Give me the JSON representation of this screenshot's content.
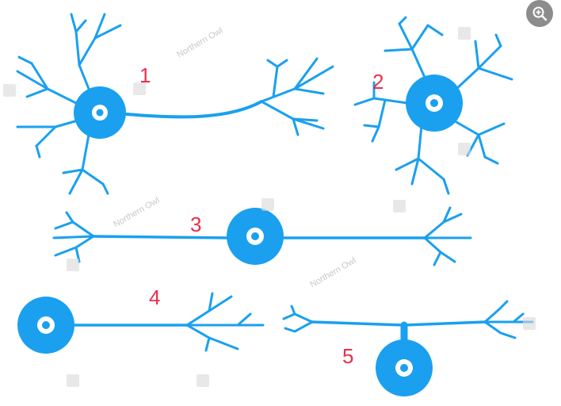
{
  "labels": {
    "n1": "1",
    "n2": "2",
    "n3": "3",
    "n4": "4",
    "n5": "5"
  },
  "watermark": {
    "author": "Northern Owl"
  },
  "colors": {
    "neuron": "#1aa0ef",
    "label": "#e8304a",
    "nucleus": "#ffffff"
  },
  "icons": {
    "zoom": "zoom-in-icon"
  }
}
